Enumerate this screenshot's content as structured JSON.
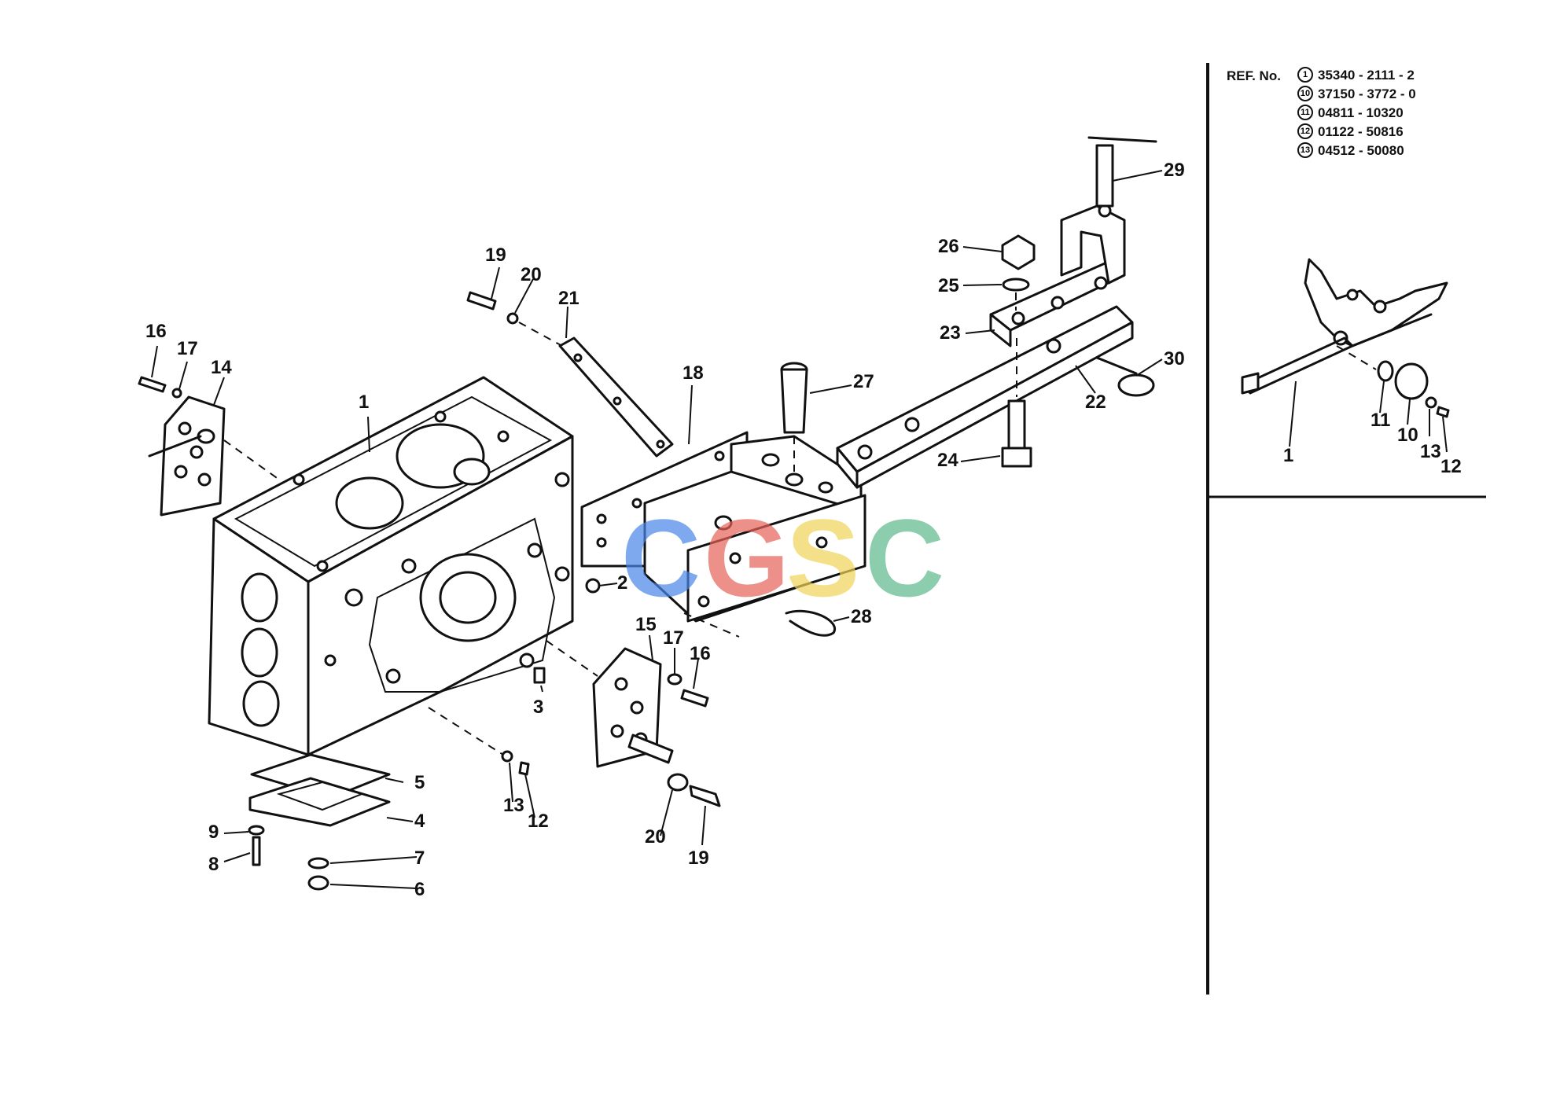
{
  "reference": {
    "title": "REF. No.",
    "items": [
      {
        "mark": "1",
        "number": "35340 - 2111 - 2"
      },
      {
        "mark": "10",
        "number": "37150 - 3772 - 0"
      },
      {
        "mark": "11",
        "number": "04811 - 10320"
      },
      {
        "mark": "12",
        "number": "01122 - 50816"
      },
      {
        "mark": "13",
        "number": "04512 - 50080"
      }
    ]
  },
  "watermark": {
    "letters": [
      "C",
      "G",
      "S",
      "C"
    ],
    "colors": [
      "#4A86E8",
      "#E8625A",
      "#F2D35A",
      "#5BB88A"
    ]
  },
  "callouts": [
    "1",
    "2",
    "3",
    "4",
    "5",
    "6",
    "7",
    "8",
    "9",
    "12",
    "13",
    "14",
    "15",
    "16",
    "16",
    "17",
    "17",
    "18",
    "19",
    "19",
    "20",
    "20",
    "21",
    "22",
    "23",
    "24",
    "25",
    "26",
    "27",
    "28",
    "29",
    "30"
  ],
  "inset_callouts": [
    "1",
    "11",
    "10",
    "13",
    "12"
  ]
}
